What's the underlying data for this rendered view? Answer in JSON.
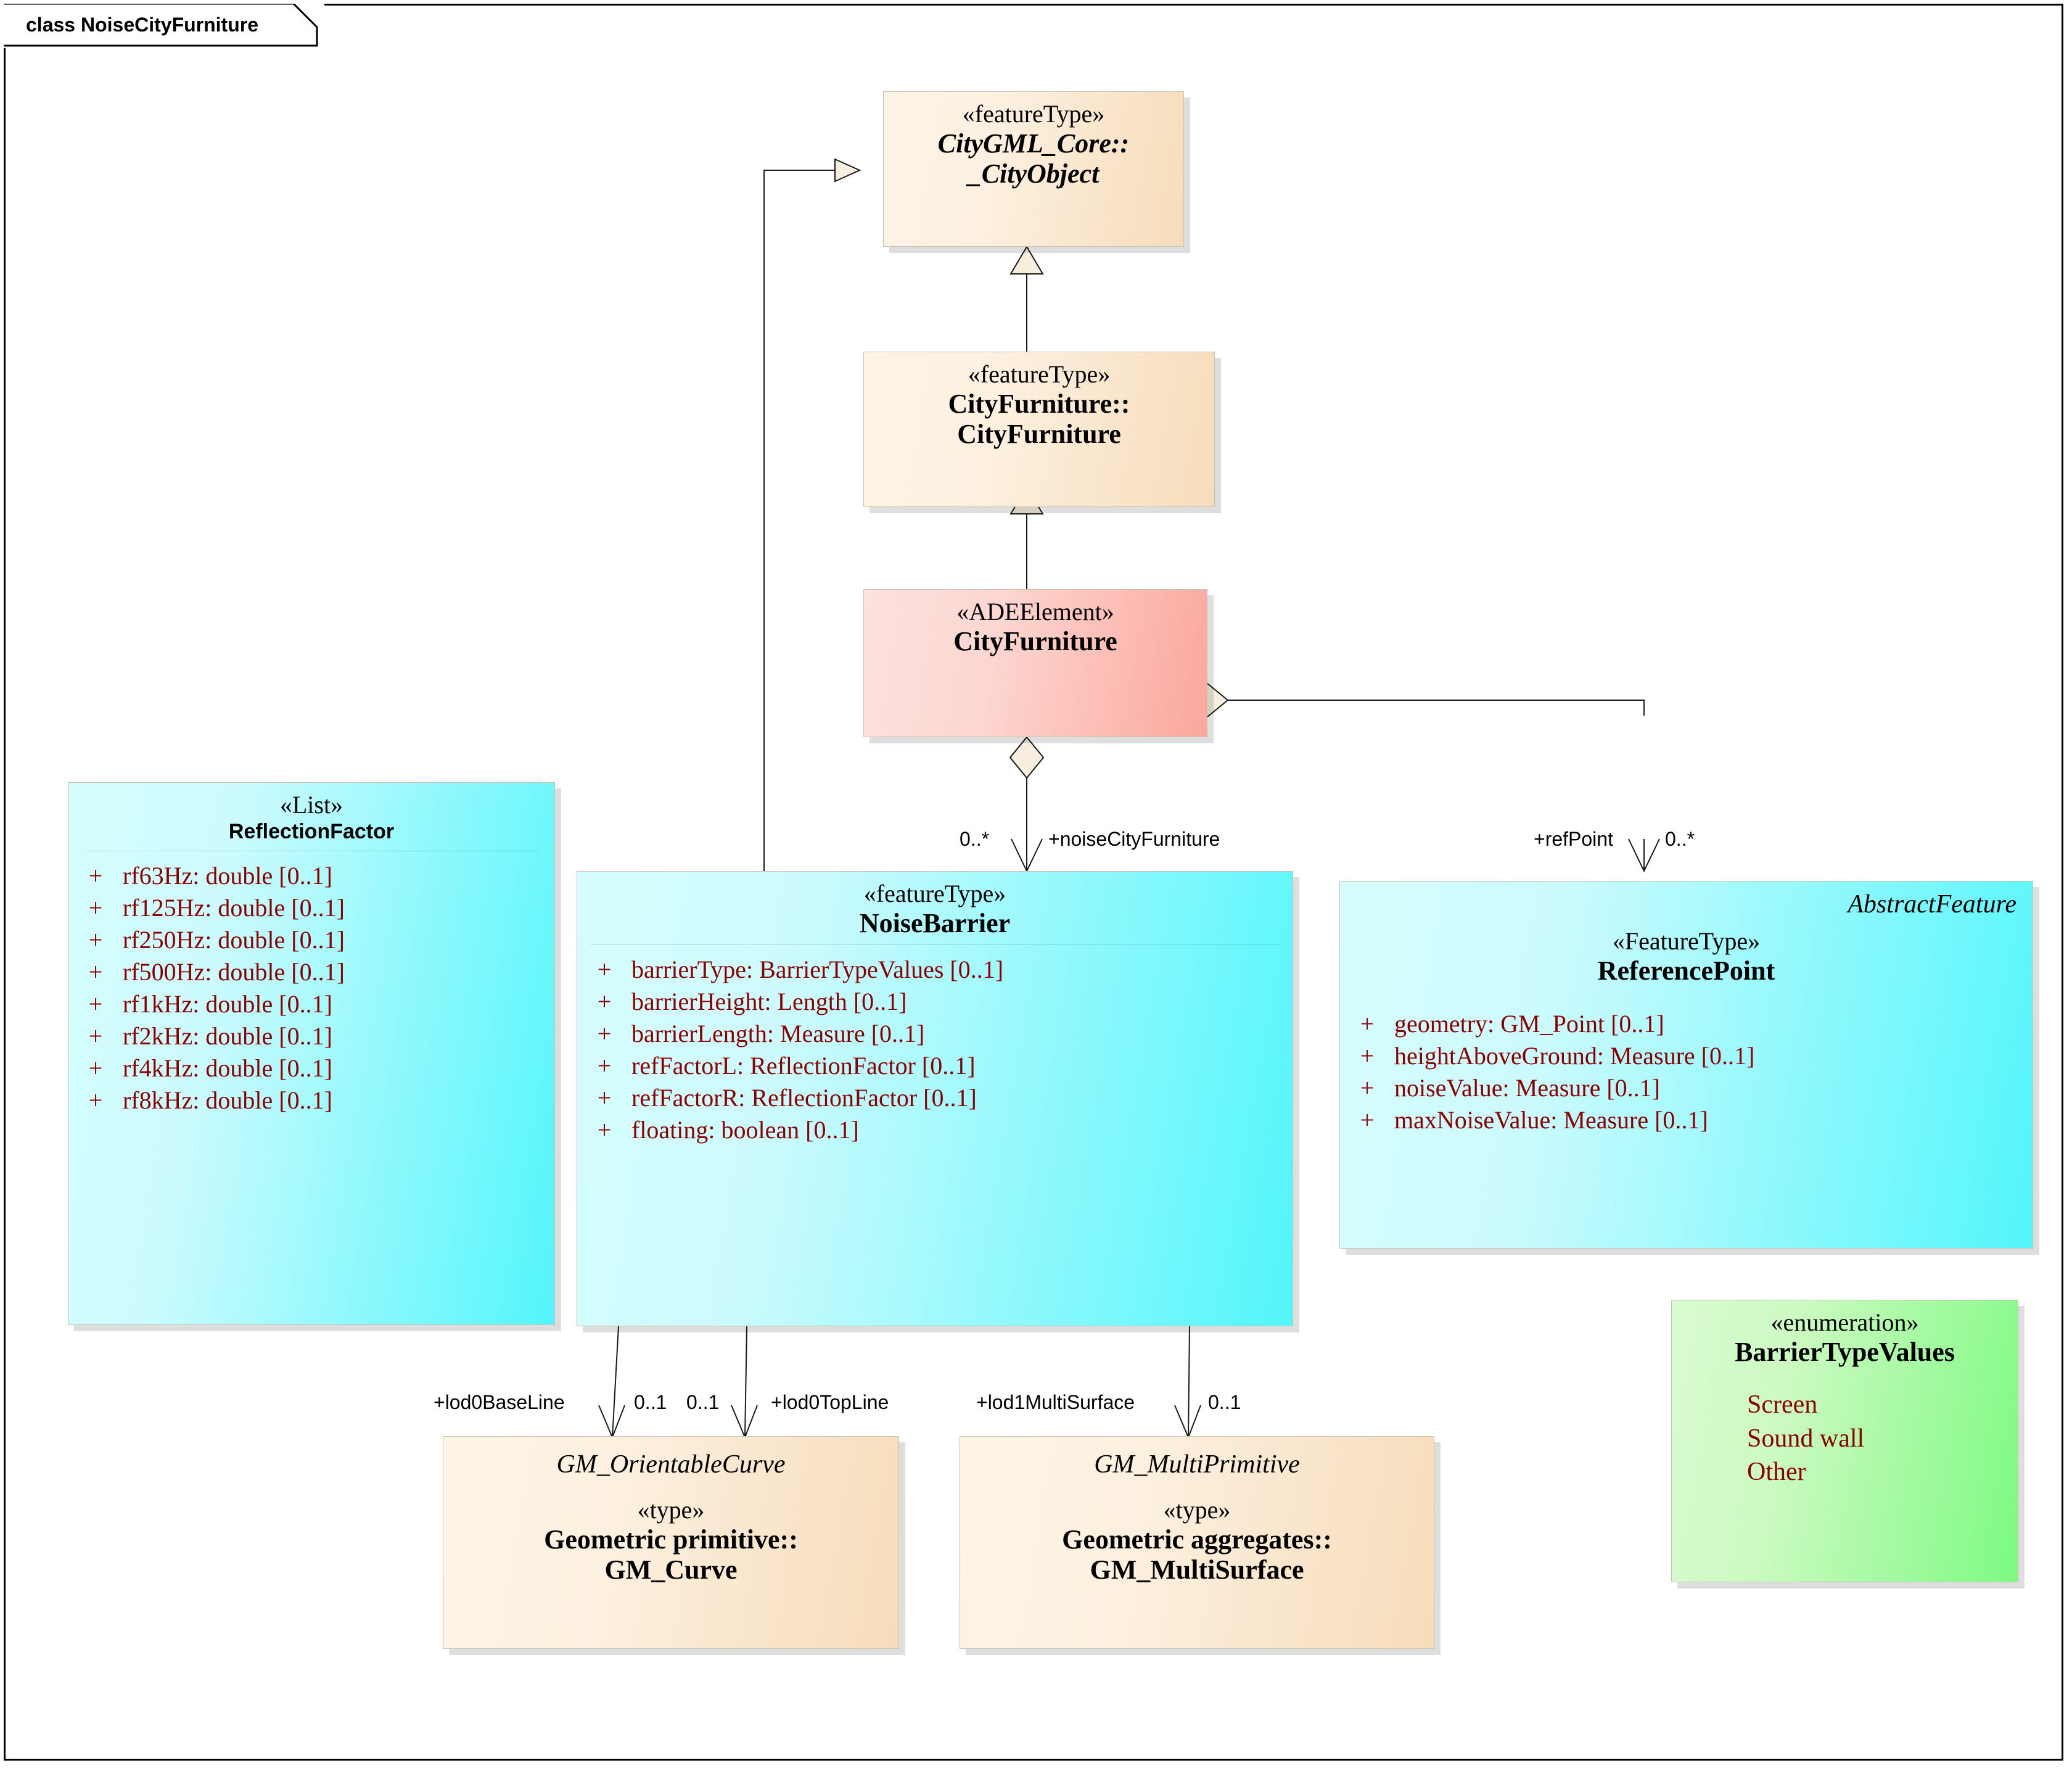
{
  "diagram": {
    "tab_label": "class NoiseCityFurniture",
    "colors": {
      "tan": "#f8e6cc",
      "pink": "#fbc6bd",
      "cyan": "#8ffafd",
      "green": "#9cfa9a",
      "attribute_text": "#8b0000",
      "line": "#1a1a1a"
    }
  },
  "nodes": {
    "city_object": {
      "stereotype": "«featureType»",
      "name_line1": "CityGML_Core::",
      "name_line2": "_CityObject"
    },
    "city_furniture_ft": {
      "stereotype": "«featureType»",
      "name_line1": "CityFurniture::",
      "name_line2": "CityFurniture"
    },
    "city_furniture_ade": {
      "stereotype": "«ADEElement»",
      "name": "CityFurniture"
    },
    "reflection_factor": {
      "stereotype": "«List»",
      "name": "ReflectionFactor",
      "attributes": [
        {
          "visibility": "+",
          "text": "rf63Hz: double [0..1]"
        },
        {
          "visibility": "+",
          "text": "rf125Hz: double [0..1]"
        },
        {
          "visibility": "+",
          "text": "rf250Hz: double [0..1]"
        },
        {
          "visibility": "+",
          "text": "rf500Hz: double [0..1]"
        },
        {
          "visibility": "+",
          "text": "rf1kHz: double [0..1]"
        },
        {
          "visibility": "+",
          "text": "rf2kHz: double [0..1]"
        },
        {
          "visibility": "+",
          "text": "rf4kHz: double [0..1]"
        },
        {
          "visibility": "+",
          "text": "rf8kHz: double [0..1]"
        }
      ]
    },
    "noise_barrier": {
      "stereotype": "«featureType»",
      "name": "NoiseBarrier",
      "attributes": [
        {
          "visibility": "+",
          "text": "barrierType: BarrierTypeValues [0..1]"
        },
        {
          "visibility": "+",
          "text": "barrierHeight: Length [0..1]"
        },
        {
          "visibility": "+",
          "text": "barrierLength: Measure [0..1]"
        },
        {
          "visibility": "+",
          "text": "refFactorL: ReflectionFactor [0..1]"
        },
        {
          "visibility": "+",
          "text": "refFactorR: ReflectionFactor [0..1]"
        },
        {
          "visibility": "+",
          "text": "floating: boolean [0..1]"
        }
      ]
    },
    "reference_point": {
      "supertype": "AbstractFeature",
      "stereotype": "«FeatureType»",
      "name": "ReferencePoint",
      "attributes": [
        {
          "visibility": "+",
          "text": "geometry: GM_Point [0..1]"
        },
        {
          "visibility": "+",
          "text": "heightAboveGround: Measure [0..1]"
        },
        {
          "visibility": "+",
          "text": "noiseValue: Measure [0..1]"
        },
        {
          "visibility": "+",
          "text": "maxNoiseValue: Measure [0..1]"
        }
      ]
    },
    "barrier_type_values": {
      "stereotype": "«enumeration»",
      "name": "BarrierTypeValues",
      "literals": [
        "Screen",
        "Sound wall",
        "Other"
      ]
    },
    "gm_curve": {
      "supertype": "GM_OrientableCurve",
      "stereotype": "«type»",
      "name_line1": "Geometric primitive::",
      "name_line2": "GM_Curve"
    },
    "gm_multisurface": {
      "supertype": "GM_MultiPrimitive",
      "stereotype": "«type»",
      "name_line1": "Geometric aggregates::",
      "name_line2": "GM_MultiSurface"
    }
  },
  "connector_labels": {
    "noise_city_furniture_mult": "0..*",
    "noise_city_furniture_role": "+noiseCityFurniture",
    "ref_point_role": "+refPoint",
    "ref_point_mult": "0..*",
    "lod0_baseline_role": "+lod0BaseLine",
    "lod0_baseline_mult": "0..1",
    "lod0_topline_mult": "0..1",
    "lod0_topline_role": "+lod0TopLine",
    "lod1_multisurface_role": "+lod1MultiSurface",
    "lod1_multisurface_mult": "0..1"
  }
}
